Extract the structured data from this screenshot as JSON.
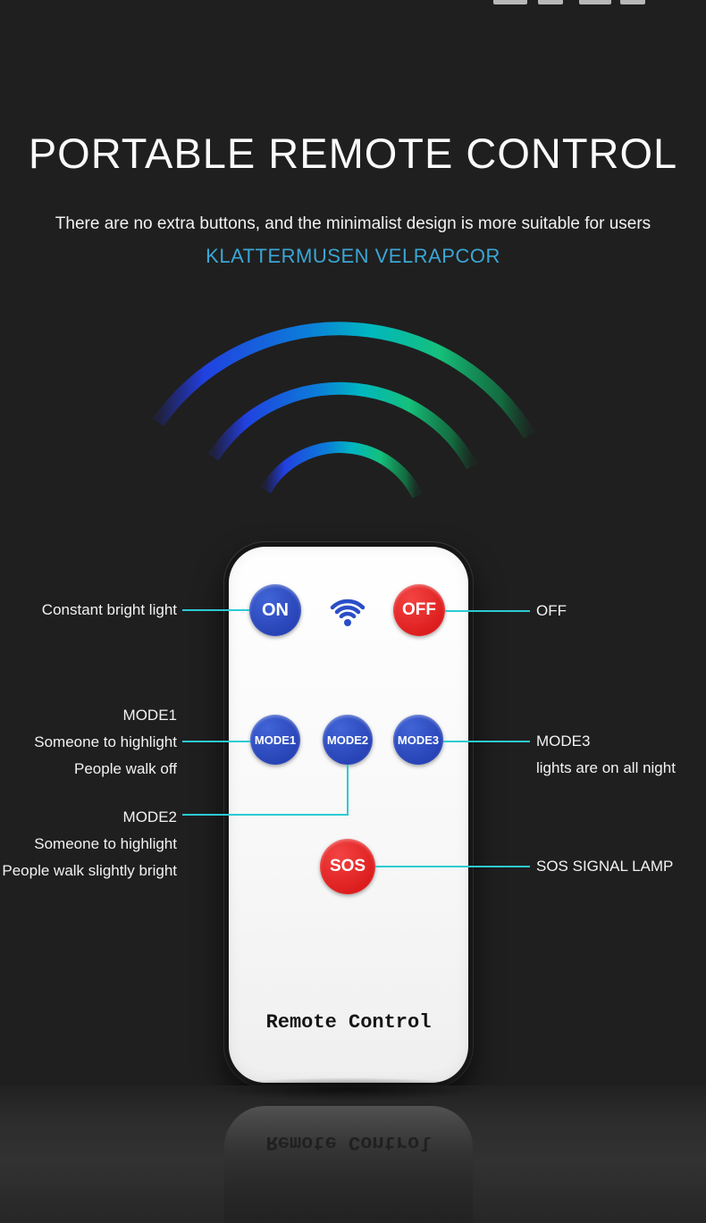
{
  "header": {
    "title": "PORTABLE REMOTE CONTROL",
    "subtitle": "There are no extra buttons, and the minimalist design is more suitable for users",
    "brand_line": "KLATTERMUSEN VELRAPCOR"
  },
  "remote": {
    "brand_text": "Remote Control",
    "buttons": {
      "on": "ON",
      "off": "OFF",
      "mode1": "MODE1",
      "mode2": "MODE2",
      "mode3": "MODE3",
      "sos": "SOS"
    }
  },
  "callouts": {
    "on": [
      "Constant bright light"
    ],
    "off": [
      "OFF"
    ],
    "mode1": [
      "MODE1",
      "Someone to highlight",
      "People walk off"
    ],
    "mode2": [
      "MODE2",
      "Someone to highlight",
      "People walk slightly bright"
    ],
    "mode3": [
      "MODE3",
      "lights are on all night"
    ],
    "sos": [
      "SOS SIGNAL LAMP"
    ]
  },
  "reflection": {
    "brand_text": "Remote Control"
  },
  "icons": {
    "remote_signal": "wifi-icon",
    "signal_waves": "wifi-waves"
  },
  "colors": {
    "background": "#1f1f1f",
    "accent_cyan_line": "#2bcbd4",
    "brand_blue": "#3ba6d4",
    "button_blue": "#2a4cc0",
    "button_red": "#e02020",
    "wave_blue": "#2141e0",
    "wave_teal": "#00b7c0",
    "wave_green": "#15c07a"
  }
}
